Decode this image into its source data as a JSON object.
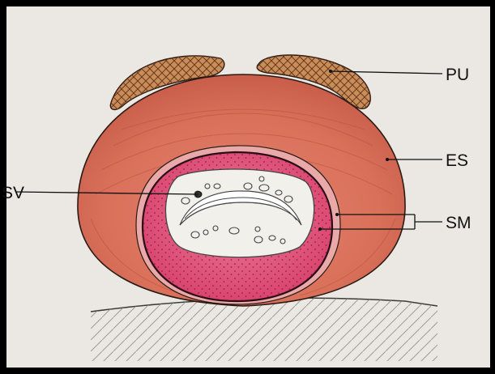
{
  "labels": {
    "pu": "PU",
    "es": "ES",
    "sv": "SV",
    "sm": "SM"
  },
  "colors": {
    "background": "#ebe8e4",
    "external_sphincter": "#d9705a",
    "smooth_muscle": "#d8406a",
    "pubourethral": "#c98d5a",
    "lumen": "#f2f0ea"
  }
}
